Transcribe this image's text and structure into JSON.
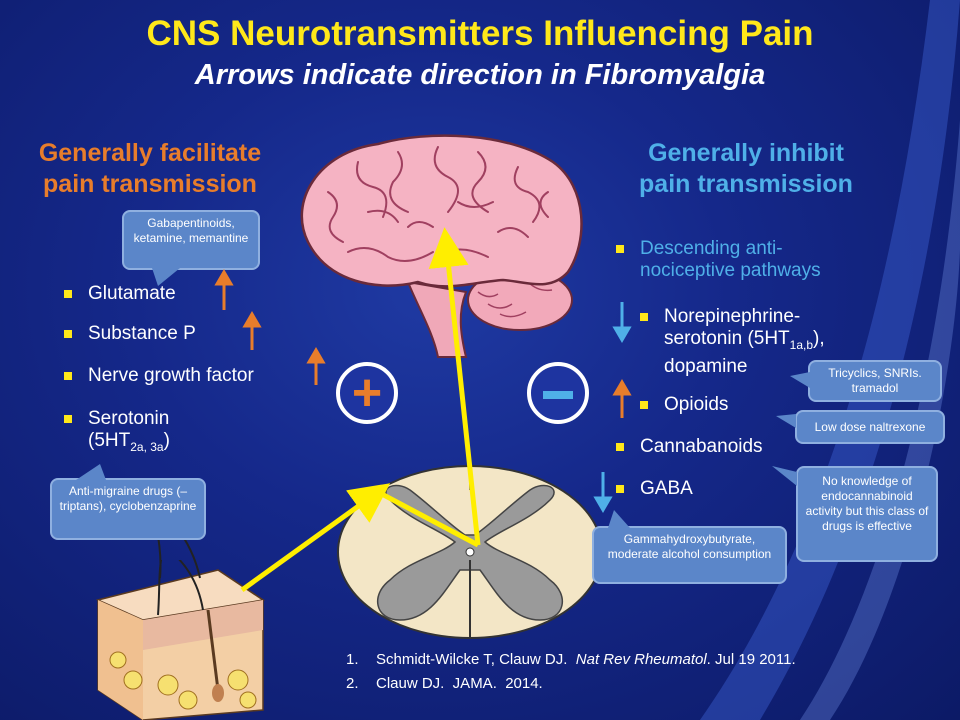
{
  "title": "CNS Neurotransmitters Influencing Pain",
  "subtitle": "Arrows indicate direction in Fibromyalgia",
  "left": {
    "heading_line1": "Generally facilitate",
    "heading_line2": "pain transmission",
    "bubble_top": "Gabapentinoids, ketamine, memantine",
    "items": [
      "Glutamate",
      "Substance P",
      "Nerve growth factor",
      "Serotonin"
    ],
    "serotonin_line2_prefix": "(5HT",
    "serotonin_sub": "2a, 3a",
    "serotonin_suffix": ")",
    "bubble_bottom": "Anti-migraine drugs (–triptans), cyclobenzaprine"
  },
  "right": {
    "heading_line1": "Generally inhibit",
    "heading_line2": "pain transmission",
    "descending_line1": "Descending anti-",
    "descending_line2": "nociceptive pathways",
    "ne_line1": "Norepinephrine-",
    "ne_line2_prefix": "serotonin (5HT",
    "ne_sub": "1a,b",
    "ne_line2_suffix": "),",
    "ne_line3": "dopamine",
    "opioids": "Opioids",
    "cannabanoids": "Cannabanoids",
    "gaba": "GABA",
    "bubble_tricyclics": "Tricyclics, SNRIs. tramadol",
    "bubble_naltrexone": "Low dose naltrexone",
    "bubble_cannabinoid": "No knowledge of endocannabinoid activity but this class of drugs is effective",
    "bubble_gaba": "Gammahydroxybutyrate, moderate alcohol consumption"
  },
  "signs": {
    "plus": "+",
    "minus": "−"
  },
  "references": [
    {
      "num": "1.",
      "text_a": "Schmidt-Wilcke T, Clauw DJ.  ",
      "journal": "Nat Rev Rheumatol",
      "text_b": ". Jul 19 2011."
    },
    {
      "num": "2.",
      "text_a": "Clauw DJ.  JAMA.  2014.",
      "journal": "",
      "text_b": ""
    }
  ],
  "colors": {
    "title": "#ffe81a",
    "facilitate": "#e87d2b",
    "inhibit": "#4fb0e8",
    "up_arrow": "#e87d2b",
    "down_arrow": "#4fb0e8",
    "pathway": "#ffee00"
  }
}
